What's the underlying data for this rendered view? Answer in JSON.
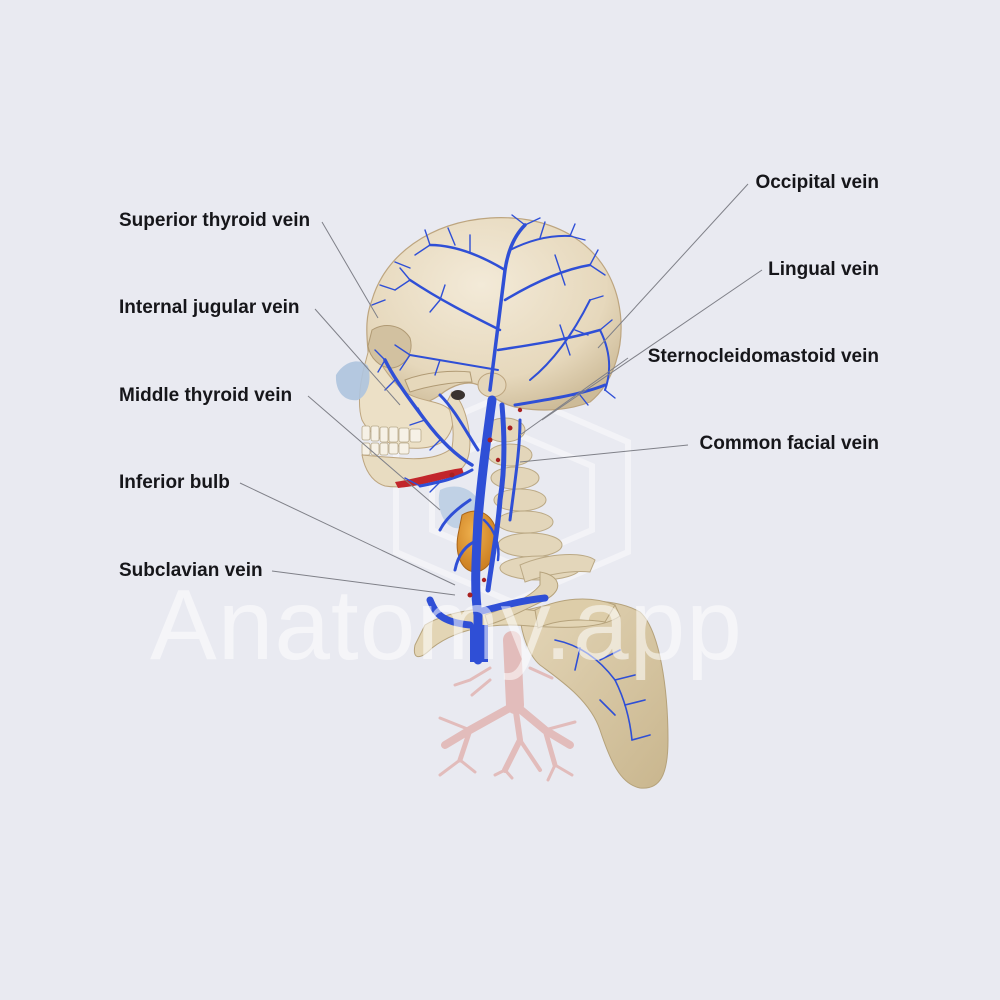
{
  "labels_left": [
    {
      "id": "superior-thyroid-vein",
      "text": "Superior thyroid vein"
    },
    {
      "id": "internal-jugular-vein",
      "text": "Internal jugular vein"
    },
    {
      "id": "middle-thyroid-vein",
      "text": "Middle thyroid vein"
    },
    {
      "id": "inferior-bulb",
      "text": "Inferior bulb"
    },
    {
      "id": "subclavian-vein",
      "text": "Subclavian vein"
    }
  ],
  "labels_right": [
    {
      "id": "occipital-vein",
      "text": "Occipital vein"
    },
    {
      "id": "lingual-vein",
      "text": "Lingual vein"
    },
    {
      "id": "sternocleidomastoid-vein",
      "text": "Sternocleidomastoid vein"
    },
    {
      "id": "common-facial-vein",
      "text": "Common facial vein"
    }
  ],
  "watermark": "Anatomy.app",
  "colors": {
    "background": "#e9eaf1",
    "vein": "#2f4fd6",
    "bone": "#e6dac2",
    "leader": "#7f8088",
    "thyroid": "#d9952f",
    "trachea": "#e9c7c6"
  }
}
